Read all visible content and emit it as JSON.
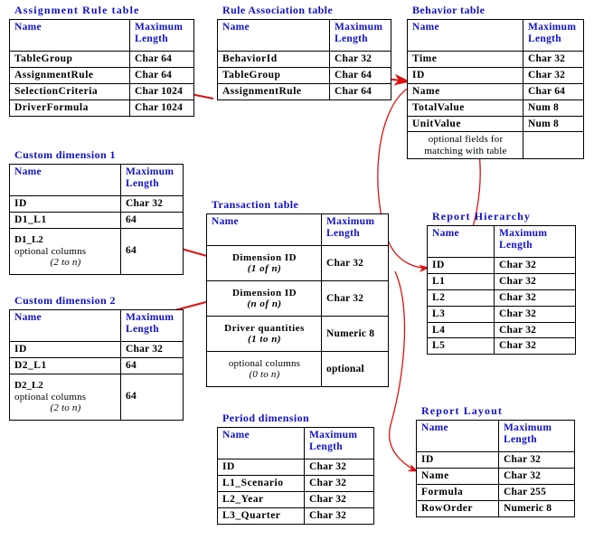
{
  "diagram": {
    "title_color": "#1111cc",
    "link_color": "#dd1111",
    "header_name": "Name",
    "header_maxlen_l1": "Maximum",
    "header_maxlen_l2": "Length"
  },
  "tables": {
    "assignment_rule": {
      "title": "Assignment  Rule  table",
      "rows": [
        {
          "name": "TableGroup",
          "len": "Char  64"
        },
        {
          "name": "AssignmentRule",
          "len": "Char  64"
        },
        {
          "name": "SelectionCriteria",
          "len": "Char  1024"
        },
        {
          "name": "DriverFormula",
          "len": "Char  1024"
        }
      ]
    },
    "rule_association": {
      "title": "Rule Association table",
      "rows": [
        {
          "name": "BehaviorId",
          "len": "Char  32"
        },
        {
          "name": "TableGroup",
          "len": "Char  64"
        },
        {
          "name": "AssignmentRule",
          "len": "Char  64"
        }
      ]
    },
    "behavior": {
      "title": "Behavior table",
      "rows": [
        {
          "name": "Time",
          "len": "Char  32"
        },
        {
          "name": "ID",
          "len": "Char  32"
        },
        {
          "name": "Name",
          "len": "Char  64"
        },
        {
          "name": "TotalValue",
          "len": "Num  8"
        },
        {
          "name": "UnitValue",
          "len": "Num  8"
        }
      ],
      "note_l1": "optional  fields  for",
      "note_l2": "matching  with  table",
      "note_len": ""
    },
    "custom_dimension_1": {
      "title": "Custom  dimension 1",
      "rows": [
        {
          "name": "ID",
          "len": "Char  32"
        },
        {
          "name": "D1_L1",
          "len": "64"
        }
      ],
      "opt_l1": "D1_L2",
      "opt_l2": "optional  columns",
      "opt_l3": "(2 to n)",
      "opt_len": "64"
    },
    "custom_dimension_2": {
      "title": "Custom  dimension 2",
      "rows": [
        {
          "name": "ID",
          "len": "Char  32"
        },
        {
          "name": "D2_L1",
          "len": "64"
        }
      ],
      "opt_l1": "D2_L2",
      "opt_l2": "optional  columns",
      "opt_l3": "(2 to n)",
      "opt_len": "64"
    },
    "transaction": {
      "title": "Transaction table",
      "rows": [
        {
          "l1": "Dimension  ID",
          "l2": "(1 of n)",
          "len": "Char  32"
        },
        {
          "l1": "Dimension  ID",
          "l2": "(n of n)",
          "len": "Char  32"
        },
        {
          "l1": "Driver  quantities",
          "l2": "(1 to n)",
          "len": "Numeric  8"
        }
      ],
      "opt_l1": "optional  columns",
      "opt_l2": "(0 to n)",
      "opt_len": "optional"
    },
    "report_hierarchy": {
      "title": "Report  Hierarchy",
      "rows": [
        {
          "name": "ID",
          "len": "Char  32"
        },
        {
          "name": "L1",
          "len": "Char  32"
        },
        {
          "name": "L2",
          "len": "Char  32"
        },
        {
          "name": "L3",
          "len": "Char  32"
        },
        {
          "name": "L4",
          "len": "Char  32"
        },
        {
          "name": "L5",
          "len": "Char  32"
        }
      ]
    },
    "report_layout": {
      "title": "Report  Layout",
      "rows": [
        {
          "name": "ID",
          "len": "Char  32"
        },
        {
          "name": "Name",
          "len": "Char  32"
        },
        {
          "name": "Formula",
          "len": "Char  255"
        },
        {
          "name": "RowOrder",
          "len": "Numeric  8"
        }
      ]
    },
    "period_dimension": {
      "title": "Period dimension",
      "rows": [
        {
          "name": "ID",
          "len": "Char  32"
        },
        {
          "name": "L1_Scenario",
          "len": "Char  32"
        },
        {
          "name": "L2_Year",
          "len": "Char  32"
        },
        {
          "name": "L3_Quarter",
          "len": "Char  32"
        }
      ]
    }
  },
  "relationships": [
    {
      "from": "rule_association.AssignmentRule",
      "to": "assignment_rule.AssignmentRule"
    },
    {
      "from": "rule_association.BehaviorId",
      "to": "behavior.ID"
    },
    {
      "from": "behavior.ID",
      "to": "report_hierarchy.ID"
    },
    {
      "from": "behavior.Name",
      "to": "report_hierarchy.L1"
    },
    {
      "from": "custom_dimension_1.ID",
      "to": "transaction.Dimension ID (1 of n)"
    },
    {
      "from": "custom_dimension_2.ID",
      "to": "transaction.Dimension ID (n of n)"
    },
    {
      "from": "transaction",
      "to": "report_layout.ID"
    }
  ]
}
